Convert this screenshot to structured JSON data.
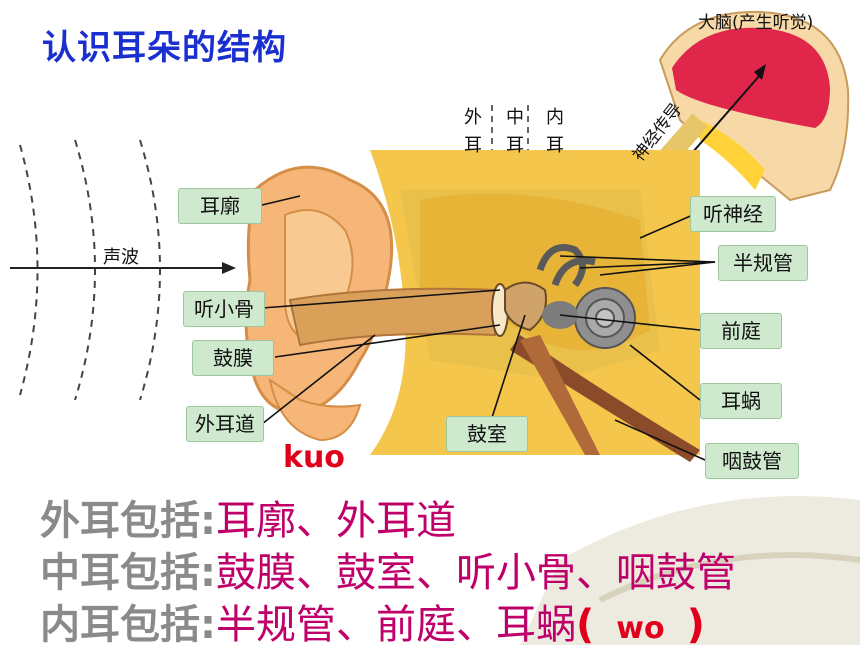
{
  "title": "认识耳朵的结构",
  "brain_label": "大脑(产生听觉)",
  "ear_parts": {
    "outer": "外耳",
    "middle": "中耳",
    "inner": "内耳"
  },
  "sound_wave": "声波",
  "nerve_conduction": "神经传导",
  "labels_left": {
    "auricle": "耳廓",
    "ossicles": "听小骨",
    "eardrum": "鼓膜",
    "ear_canal": "外耳道"
  },
  "label_tympanic_cavity": "鼓室",
  "labels_right": {
    "auditory_nerve": "听神经",
    "semicircular": "半规管",
    "vestibule": "前庭",
    "cochlea": "耳蜗",
    "eustachian": "咽鼓管"
  },
  "pinyin_kuo": "kuo",
  "summary": {
    "outer_key": "外耳包括:",
    "outer_val": "耳廓、外耳道",
    "middle_key": "中耳包括:",
    "middle_val": "鼓膜、鼓室、听小骨、咽鼓管",
    "inner_key": "内耳包括:",
    "inner_val": "半规管、前庭、耳蜗",
    "pinyin_wo": "wo"
  }
}
